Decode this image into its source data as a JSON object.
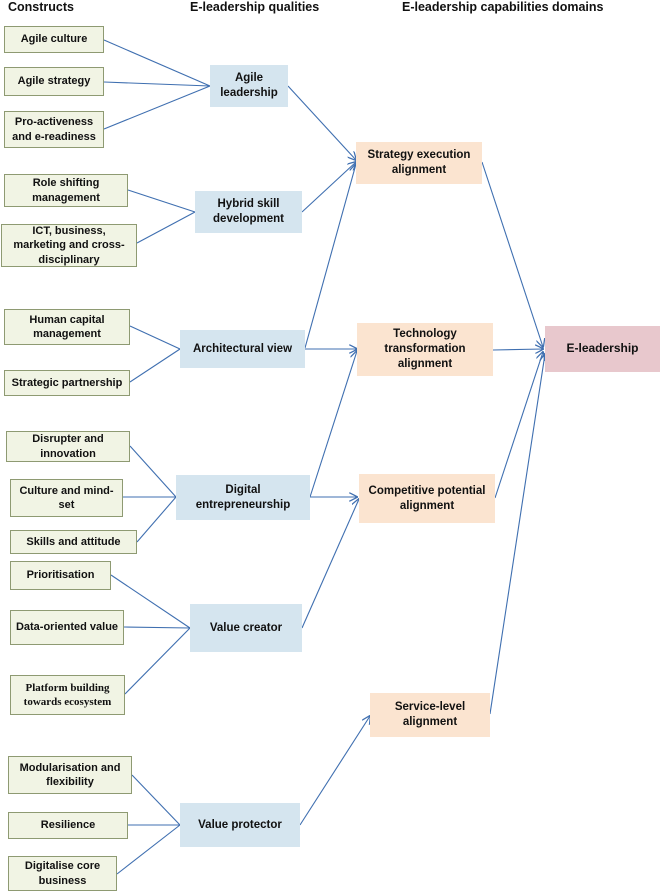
{
  "headers": {
    "constructs": "Constructs",
    "qualities": "E-leadership qualities",
    "domains": "E-leadership capabilities domains"
  },
  "constructs": [
    {
      "id": "agile-culture",
      "label": "Agile culture"
    },
    {
      "id": "agile-strategy",
      "label": "Agile strategy"
    },
    {
      "id": "pro-activeness",
      "label": "Pro-activeness and e-readiness"
    },
    {
      "id": "role-shifting",
      "label": "Role shifting management"
    },
    {
      "id": "ict-business",
      "label": "ICT, business, marketing and cross-disciplinary"
    },
    {
      "id": "human-capital",
      "label": "Human capital management"
    },
    {
      "id": "strategic-partnership",
      "label": "Strategic partnership"
    },
    {
      "id": "disrupter",
      "label": "Disrupter and innovation"
    },
    {
      "id": "culture-mindset",
      "label": "Culture and mind-set"
    },
    {
      "id": "skills-attitude",
      "label": "Skills and attitude"
    },
    {
      "id": "prioritisation",
      "label": "Prioritisation"
    },
    {
      "id": "data-oriented",
      "label": "Data-oriented value"
    },
    {
      "id": "platform-building",
      "label": "Platform building towards ecosystem"
    },
    {
      "id": "modularisation",
      "label": "Modularisation and flexibility"
    },
    {
      "id": "resilience",
      "label": "Resilience"
    },
    {
      "id": "digitalise-core",
      "label": "Digitalise core business"
    }
  ],
  "qualities": [
    {
      "id": "agile-leadership",
      "label": "Agile leadership"
    },
    {
      "id": "hybrid-skill",
      "label": "Hybrid skill development"
    },
    {
      "id": "architectural-view",
      "label": "Architectural view"
    },
    {
      "id": "digital-entrepreneurship",
      "label": "Digital entrepreneurship"
    },
    {
      "id": "value-creator",
      "label": "Value creator"
    },
    {
      "id": "value-protector",
      "label": "Value protector"
    }
  ],
  "domains": [
    {
      "id": "strategy-execution",
      "label": "Strategy execution alignment"
    },
    {
      "id": "technology-transformation",
      "label": "Technology transformation alignment"
    },
    {
      "id": "competitive-potential",
      "label": "Competitive potential alignment"
    },
    {
      "id": "service-level",
      "label": "Service-level alignment"
    }
  ],
  "target": {
    "id": "e-leadership",
    "label": "E-leadership"
  },
  "colors": {
    "construct_fill": "#f1f4e4",
    "construct_border": "#8e9a72",
    "quality_fill": "#d5e5ef",
    "domain_fill": "#fbe4d0",
    "target_fill": "#e8c8cd",
    "arrow": "#3f6fb0"
  }
}
